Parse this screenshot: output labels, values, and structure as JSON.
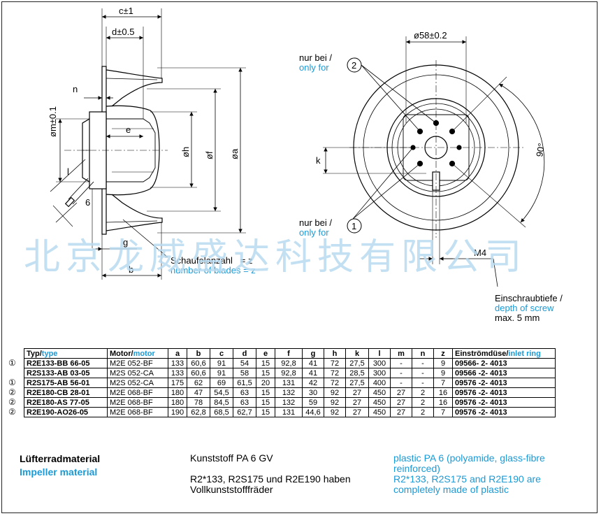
{
  "drawing": {
    "dims": {
      "c": "c±1",
      "d": "d±0.5",
      "m": "øm±0.1",
      "n": "n",
      "e": "e",
      "h": "øh",
      "f": "øf",
      "a": "øa",
      "l": "l",
      "six": "6",
      "g": "g",
      "b": "b",
      "bore": "ø58±0.2",
      "k": "k",
      "angle": "90°",
      "m4": "M4",
      "circle2": "2",
      "circle1": "1"
    },
    "only_for_top": {
      "de": "nur bei /",
      "en": "only for"
    },
    "only_for_bottom": {
      "de": "nur bei /",
      "en": "only for"
    },
    "blades": {
      "de": "Schaufelanzahl   = z",
      "en": "number of blades = z"
    },
    "screw": {
      "de": "Einschraubtiefe /",
      "en": "depth of screw",
      "max": "max. 5 mm"
    }
  },
  "watermark": "北京龙威盛达科技有限公司",
  "table": {
    "headers": {
      "typ": "Typ/",
      "typ_en": "type",
      "motor": "Motor/",
      "motor_en": "motor",
      "a": "a",
      "b": "b",
      "c": "c",
      "d": "d",
      "e": "e",
      "f": "f",
      "g": "g",
      "h": "h",
      "k": "k",
      "l": "l",
      "m": "m",
      "n": "n",
      "z": "z",
      "inlet": "Einströmdüse/",
      "inlet_en": "inlet ring"
    },
    "rows": [
      {
        "marker": "①",
        "typ": "R2E133-BB 66-05",
        "motor": "M2E 052-BF",
        "a": "133",
        "b": "60,6",
        "c": "91",
        "d": "54",
        "e": "15",
        "f": "92,8",
        "g": "41",
        "h": "72",
        "k": "27,5",
        "l": "300",
        "m": "-",
        "n": "-",
        "z": "9",
        "inlet": "09566- 2- 4013"
      },
      {
        "marker": "",
        "typ": "R2S133-AB 03-05",
        "motor": "M2S 052-CA",
        "a": "133",
        "b": "60,6",
        "c": "91",
        "d": "58",
        "e": "15",
        "f": "92,8",
        "g": "41",
        "h": "72",
        "k": "28,5",
        "l": "300",
        "m": "-",
        "n": "-",
        "z": "9",
        "inlet": "09566 -2- 4013"
      },
      {
        "marker": "①",
        "typ": "R2S175-AB 56-01",
        "motor": "M2S 052-CA",
        "a": "175",
        "b": "62",
        "c": "69",
        "d": "61,5",
        "e": "20",
        "f": "131",
        "g": "42",
        "h": "72",
        "k": "27,5",
        "l": "400",
        "m": "-",
        "n": "-",
        "z": "7",
        "inlet": "09576 -2- 4013"
      },
      {
        "marker": "②",
        "typ": "R2E180-CB 28-01",
        "motor": "M2E 068-BF",
        "a": "180",
        "b": "47",
        "c": "54,5",
        "d": "63",
        "e": "15",
        "f": "132",
        "g": "30",
        "h": "92",
        "k": "27",
        "l": "450",
        "m": "27",
        "n": "2",
        "z": "16",
        "inlet": "09576 -2- 4013"
      },
      {
        "marker": "②",
        "typ": "R2E180-AS 77-05",
        "motor": "M2E 068-BF",
        "a": "180",
        "b": "78",
        "c": "84,5",
        "d": "63",
        "e": "15",
        "f": "132",
        "g": "59",
        "h": "92",
        "k": "27",
        "l": "450",
        "m": "27",
        "n": "2",
        "z": "16",
        "inlet": "09576 -2- 4013"
      },
      {
        "marker": "②",
        "typ": "R2E190-AO26-05",
        "motor": "M2E 068-BF",
        "a": "190",
        "b": "62,8",
        "c": "68,5",
        "d": "62,7",
        "e": "15",
        "f": "131",
        "g": "44,6",
        "h": "92",
        "k": "27",
        "l": "450",
        "m": "27",
        "n": "2",
        "z": "7",
        "inlet": "09576 -2- 4013"
      }
    ]
  },
  "material": {
    "heading_de": "Lüfterradmaterial",
    "heading_en": "Impeller material",
    "de_line1": "Kunststoff PA 6 GV",
    "de_line2": "R2*133, R2S175 und R2E190 haben",
    "de_line3": "Vollkunststofffräder",
    "en_line1": "plastic PA 6 (polyamide, glass-fibre",
    "en_line2": "reinforced)",
    "en_line3": "R2*133, R2S175 and R2E190 are",
    "en_line4": "completely made of plastic"
  },
  "colors": {
    "accent": "#1a9ad6",
    "watermark": "#b9dbf0"
  }
}
